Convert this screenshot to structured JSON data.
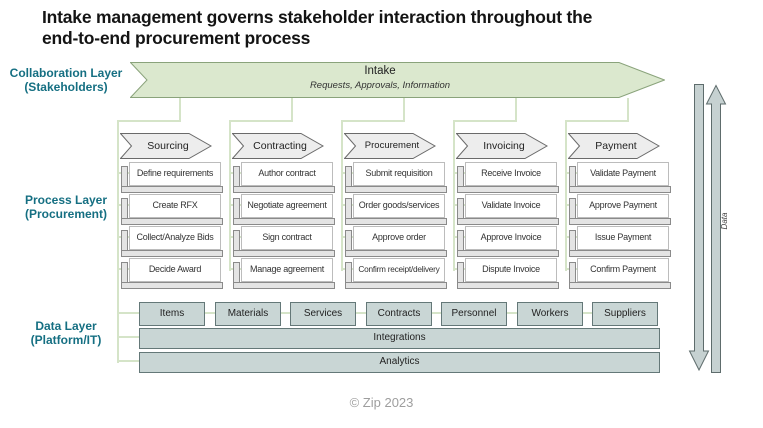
{
  "title": {
    "line1": "Intake management governs stakeholder interaction throughout the",
    "line2": "end-to-end procurement process"
  },
  "layers": {
    "collaboration": {
      "line1": "Collaboration Layer",
      "line2": "(Stakeholders)"
    },
    "process": {
      "line1": "Process Layer",
      "line2": "(Procurement)"
    },
    "data": {
      "line1": "Data Layer",
      "line2": "(Platform/IT)"
    }
  },
  "intake_banner": {
    "title": "Intake",
    "subtitle": "Requests, Approvals, Information"
  },
  "process_columns": [
    {
      "header": "Sourcing",
      "steps": [
        "Define requirements",
        "Create RFX",
        "Collect/Analyze Bids",
        "Decide Award"
      ]
    },
    {
      "header": "Contracting",
      "steps": [
        "Author contract",
        "Negotiate agreement",
        "Sign contract",
        "Manage agreement"
      ]
    },
    {
      "header": "Procurement",
      "steps": [
        "Submit requisition",
        "Order goods/services",
        "Approve order",
        "Confirm receipt/delivery"
      ]
    },
    {
      "header": "Invoicing",
      "steps": [
        "Receive Invoice",
        "Validate Invoice",
        "Approve Invoice",
        "Dispute Invoice"
      ]
    },
    {
      "header": "Payment",
      "steps": [
        "Validate Payment",
        "Approve Payment",
        "Issue Payment",
        "Confirm Payment"
      ]
    }
  ],
  "data_layer": {
    "chips": [
      "Items",
      "Materials",
      "Services",
      "Contracts",
      "Personnel",
      "Workers",
      "Suppliers"
    ],
    "bars": [
      "Integrations",
      "Analytics"
    ]
  },
  "data_flow_label": "Data",
  "footer": "© Zip 2023",
  "colors": {
    "accent_teal": "#156f82",
    "banner_green_fill": "#dbe8ce",
    "banner_green_border": "#8aa37b",
    "connector_green": "#d5e4c8",
    "header_chevron_fill": "#ededed",
    "data_box_fill": "#c9d6d5",
    "data_box_border": "#647878",
    "flow_arrow_fill": "#c6d1d1"
  }
}
